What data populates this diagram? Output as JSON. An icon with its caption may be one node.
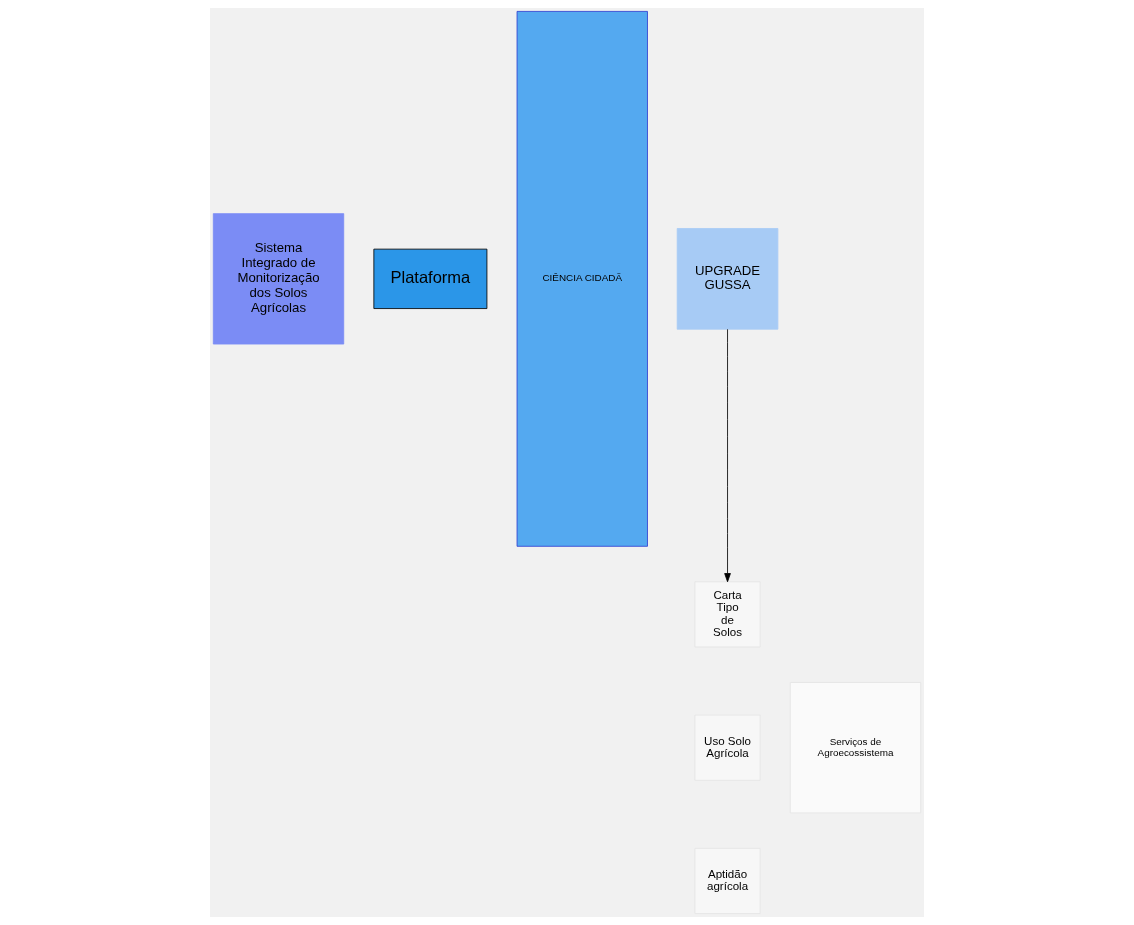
{
  "diagram": {
    "nodes": [
      {
        "text": [
          "Sistema Integrado de Monitorização dos Solos Agrícolas"
        ]
      },
      {
        "text": [
          "Plataforma"
        ]
      },
      {
        "text": [
          "CIÊNCIA CIDADÃ"
        ]
      },
      {
        "text": [
          "UPGRADE GUSSA"
        ]
      },
      {
        "text": [
          "Carta Tipo de Solos"
        ]
      },
      {
        "text": [
          "Uso Solo Agrícola"
        ]
      },
      {
        "text": [
          "Aptidão agrícola"
        ]
      },
      {
        "text": [
          "Serviços de Agroecossistema"
        ]
      }
    ],
    "edges": [
      {
        "from": 3,
        "to": 4,
        "arrow": "to"
      }
    ]
  }
}
